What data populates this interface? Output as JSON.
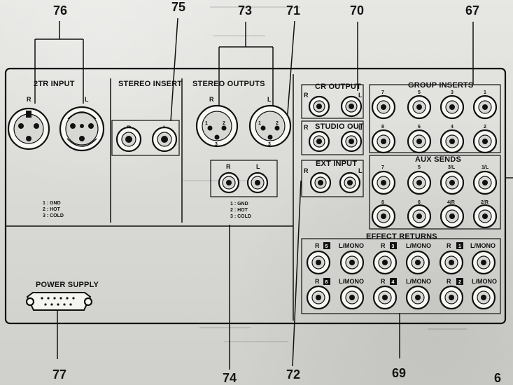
{
  "callouts": {
    "c76": "76",
    "c75": "75",
    "c73": "73",
    "c71": "71",
    "c70": "70",
    "c67": "67",
    "c77": "77",
    "c74": "74",
    "c72": "72",
    "c69": "69",
    "c6x": "6"
  },
  "sections": {
    "tr_input": "2TR INPUT",
    "stereo_insert": "STEREO INSERT",
    "stereo_outputs": "STEREO OUTPUTS",
    "cr_output": "CR OUTPUT",
    "studio_out": "STUDIO OUT",
    "ext_input": "EXT INPUT",
    "group_inserts": "GROUP INSERTS",
    "aux_sends": "AUX SENDS",
    "effect_returns": "EFFECT RETURNS",
    "power_supply": "POWER SUPPLY"
  },
  "labels": {
    "r": "R",
    "l": "L",
    "gnd": "1 : GND",
    "hot": "2 : HOT",
    "cold": "3 : COLD",
    "xlr1": "1",
    "xlr2": "2",
    "xlr3": "3",
    "lmono": "L/MONO",
    "group_top": [
      "7",
      "5",
      "3",
      "1"
    ],
    "group_bottom": [
      "8",
      "6",
      "4",
      "2"
    ],
    "aux_top": [
      "7",
      "5",
      "3/L",
      "1/L"
    ],
    "aux_bottom": [
      "8",
      "6",
      "4/R",
      "2/R"
    ],
    "effect_top_numbers": [
      "5",
      "3",
      "1"
    ],
    "effect_bottom_numbers": [
      "6",
      "4",
      "2"
    ]
  }
}
